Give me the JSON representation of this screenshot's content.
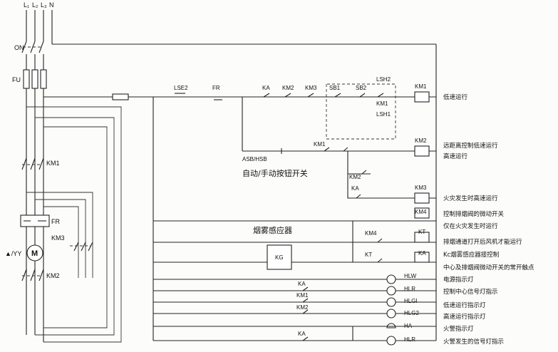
{
  "supply": {
    "phases": [
      "L₁",
      "L₂",
      "L₃",
      "N"
    ]
  },
  "breaker_label": "ON",
  "fuse_label": "FU",
  "contactor_labels": {
    "km1": "KM1",
    "km2": "KM2",
    "km3": "KM3"
  },
  "relay_label": "FR",
  "motor": {
    "prefix": "▲/YY",
    "symbol": "M"
  },
  "control": {
    "lse2": "LSE2",
    "fr": "FR",
    "ka": "KA",
    "km2": "KM2",
    "km3": "KM3",
    "sb1": "SB1",
    "sb2": "SB2",
    "lsh2": "LSH2",
    "km1_aux": "KM1",
    "lsh1": "LSH1",
    "asb_hsb": "ASB/HSB",
    "km1_b": "KM1",
    "km2_c": "KM2",
    "ka_c": "KA",
    "km4_c": "KM4",
    "kt_c": "KT",
    "ka_l1": "KA",
    "km1_l": "KM1",
    "km2_l": "KM2",
    "ka_l2": "KA"
  },
  "switch_caption": "自动/手动按钮开关",
  "sensor_caption": "烟雾感应器",
  "sensor_box": "KG",
  "coils": [
    {
      "tag": "KM1",
      "desc": [
        "低速运行"
      ]
    },
    {
      "tag": "KM2",
      "desc": [
        "远距离控制低速运行",
        "高速运行"
      ]
    },
    {
      "tag": "KM3",
      "desc": [
        "火灾发生时高速运行"
      ]
    },
    {
      "tag": "KM4",
      "desc": [
        "控制排烟阀的微动开关",
        "仅在火灾发生时运行"
      ]
    },
    {
      "tag": "KT",
      "desc": [
        "排烟通道打开后风机才能运行"
      ]
    },
    {
      "tag": "KA",
      "desc": [
        "Kc烟雾感应器接控制",
        "中心及排烟阀微动开关的常开触点"
      ]
    }
  ],
  "lamps": [
    {
      "tag": "HLW",
      "desc": "电源指示灯"
    },
    {
      "tag": "HLR",
      "desc": "控制中心信号灯指示"
    },
    {
      "tag": "HLGI",
      "desc": "低速运行指示灯"
    },
    {
      "tag": "HLG2",
      "desc": "高速运行指示灯"
    },
    {
      "tag": "HA",
      "desc": "火警指示灯"
    },
    {
      "tag": "HLR",
      "desc": "火警发生的信号灯指示"
    }
  ]
}
